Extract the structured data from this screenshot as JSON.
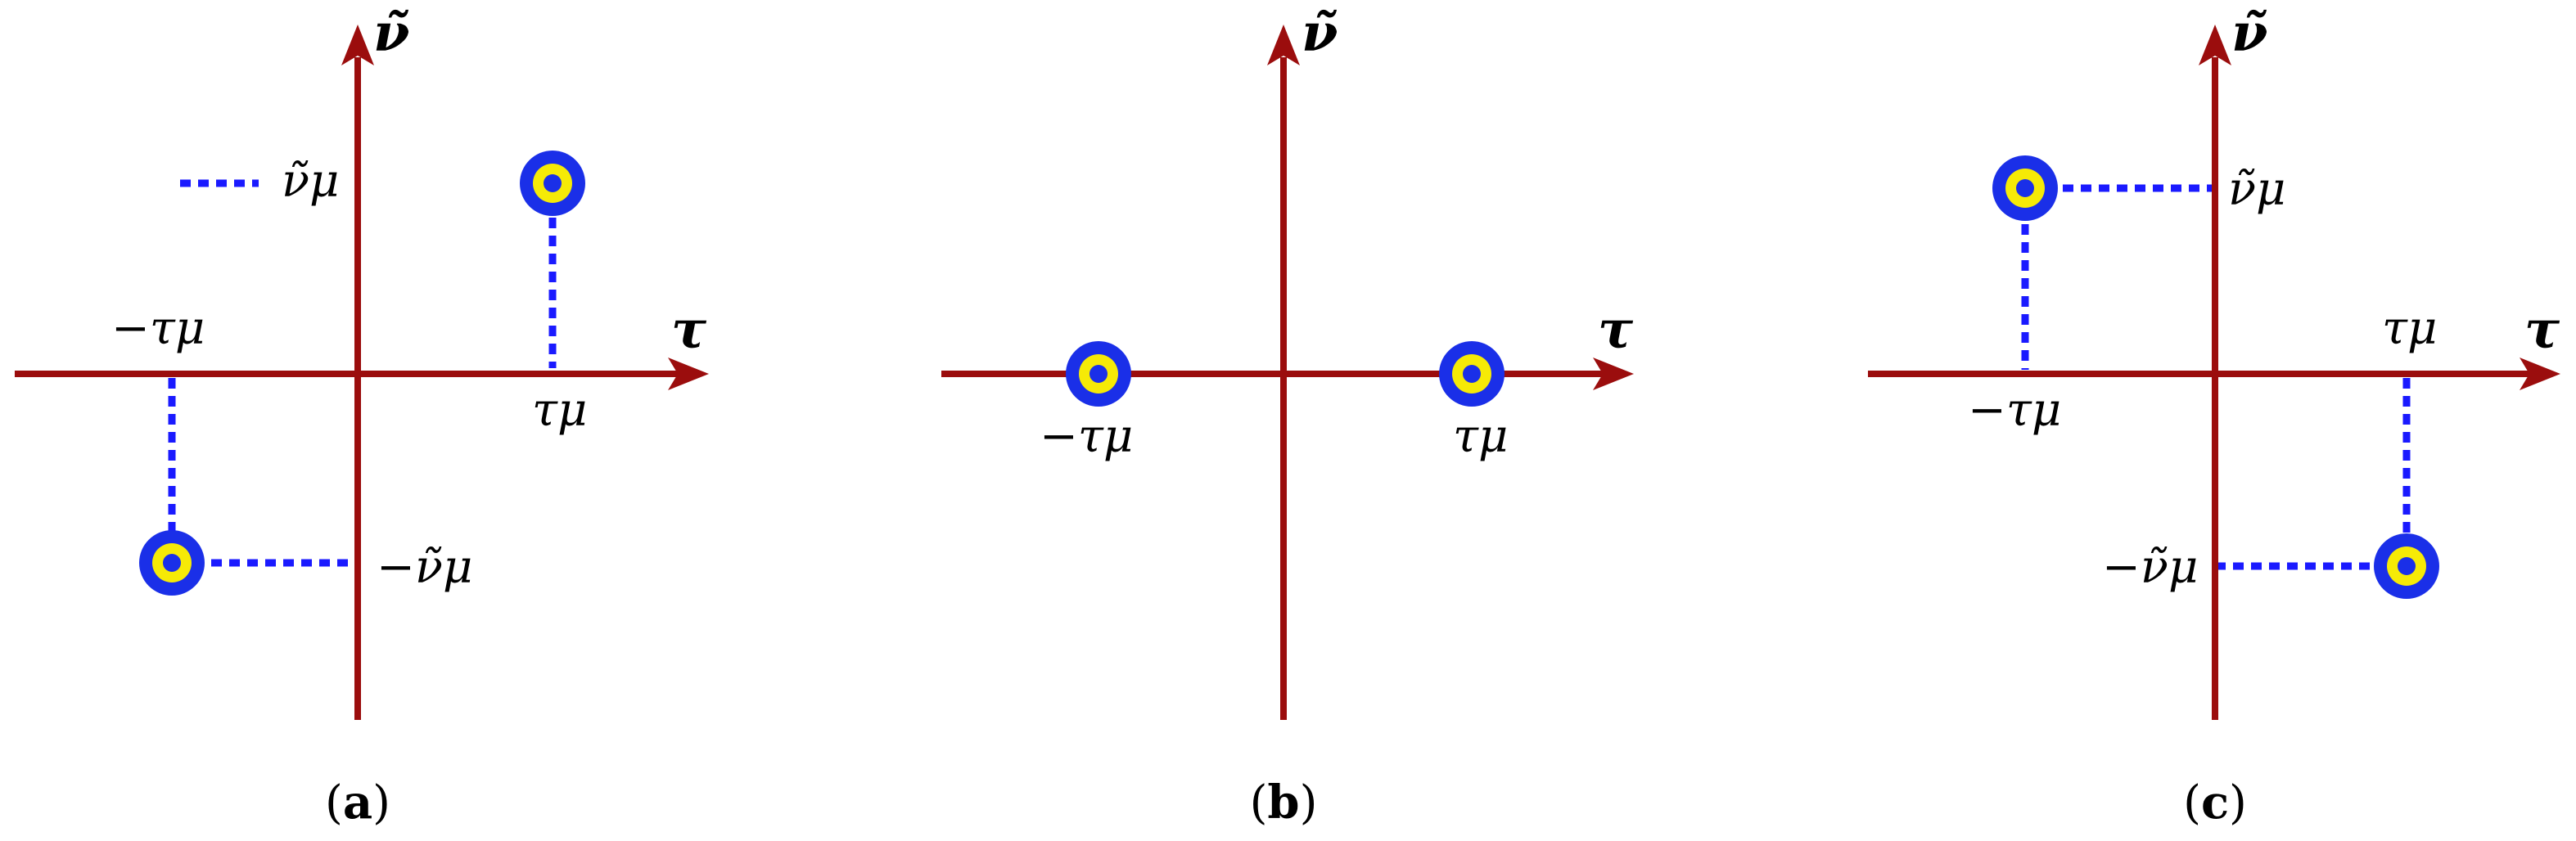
{
  "panels": [
    {
      "id": "a",
      "caption_open": "(",
      "caption_letter": "a",
      "caption_close": ")",
      "x_axis_label": "τ",
      "y_axis_label": "ν̃",
      "labels": {
        "pos_tau": "τμ",
        "neg_tau": "−τμ",
        "pos_nu": "ν̃μ",
        "neg_nu": "−ν̃μ"
      },
      "points": [
        {
          "tau": "τμ",
          "nu": "ν̃μ"
        },
        {
          "tau": "−τμ",
          "nu": "−ν̃μ"
        }
      ]
    },
    {
      "id": "b",
      "caption_open": "(",
      "caption_letter": "b",
      "caption_close": ")",
      "x_axis_label": "τ",
      "y_axis_label": "ν̃",
      "labels": {
        "pos_tau": "τμ",
        "neg_tau": "−τμ"
      },
      "points": [
        {
          "tau": "τμ",
          "nu": "0"
        },
        {
          "tau": "−τμ",
          "nu": "0"
        }
      ]
    },
    {
      "id": "c",
      "caption_open": "(",
      "caption_letter": "c",
      "caption_close": ")",
      "x_axis_label": "τ",
      "y_axis_label": "ν̃",
      "labels": {
        "pos_tau": "τμ",
        "neg_tau": "−τμ",
        "pos_nu": "ν̃μ",
        "neg_nu": "−ν̃μ"
      },
      "points": [
        {
          "tau": "−τμ",
          "nu": "ν̃μ"
        },
        {
          "tau": "τμ",
          "nu": "−ν̃μ"
        }
      ]
    }
  ],
  "colors": {
    "axis": "#9b0d0d",
    "guide": "#1a1aff",
    "marker_outer": "#1a2fe8",
    "marker_ring": "#f6ea06"
  }
}
